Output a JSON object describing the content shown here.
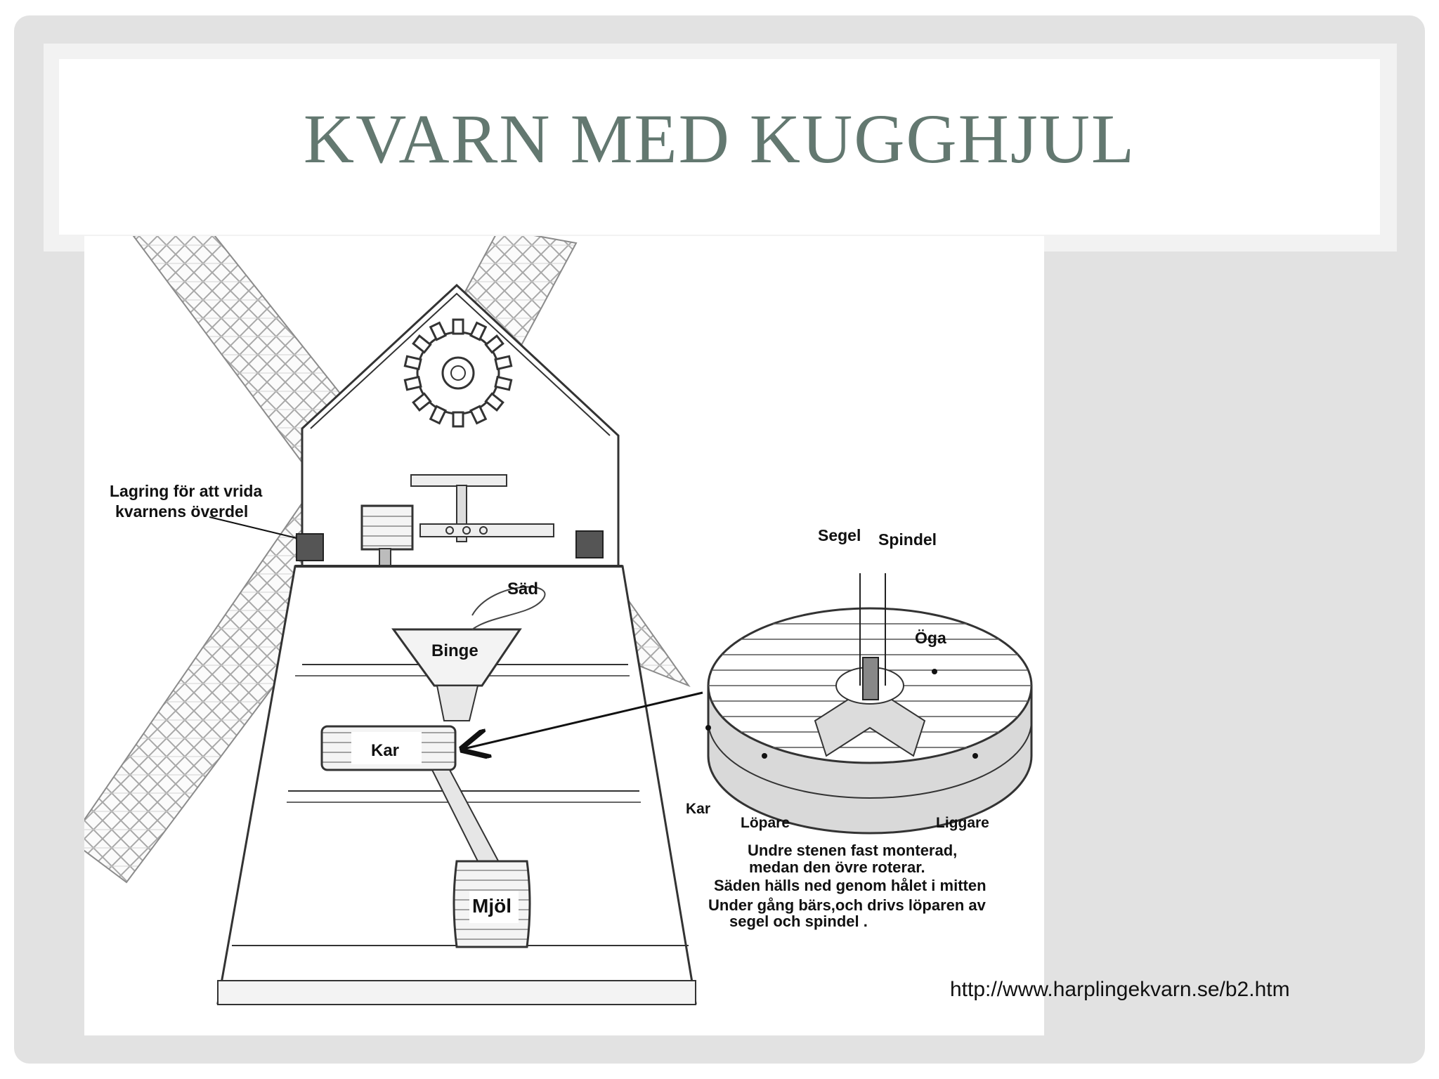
{
  "title": "KVARN MED KUGGHJUL",
  "labels": {
    "bearing_line1": "Lagring för att vrida",
    "bearing_line2": "kvarnens överdel",
    "sad": "Säd",
    "binge": "Binge",
    "kar_main": "Kar",
    "mjol": "Mjöl",
    "segel": "Segel",
    "spindel": "Spindel",
    "oga": "Öga",
    "kar_stone": "Kar",
    "lopare": "Löpare",
    "liggare": "Liggare"
  },
  "description_lines": [
    "Undre stenen fast monterad,",
    "medan den övre roterar.",
    "Säden hälls ned genom hålet i mitten",
    "Under gång bärs,och drivs  löparen  av",
    "segel och spindel ."
  ],
  "source_url": "http://www.harplingekvarn.se/b2.htm"
}
